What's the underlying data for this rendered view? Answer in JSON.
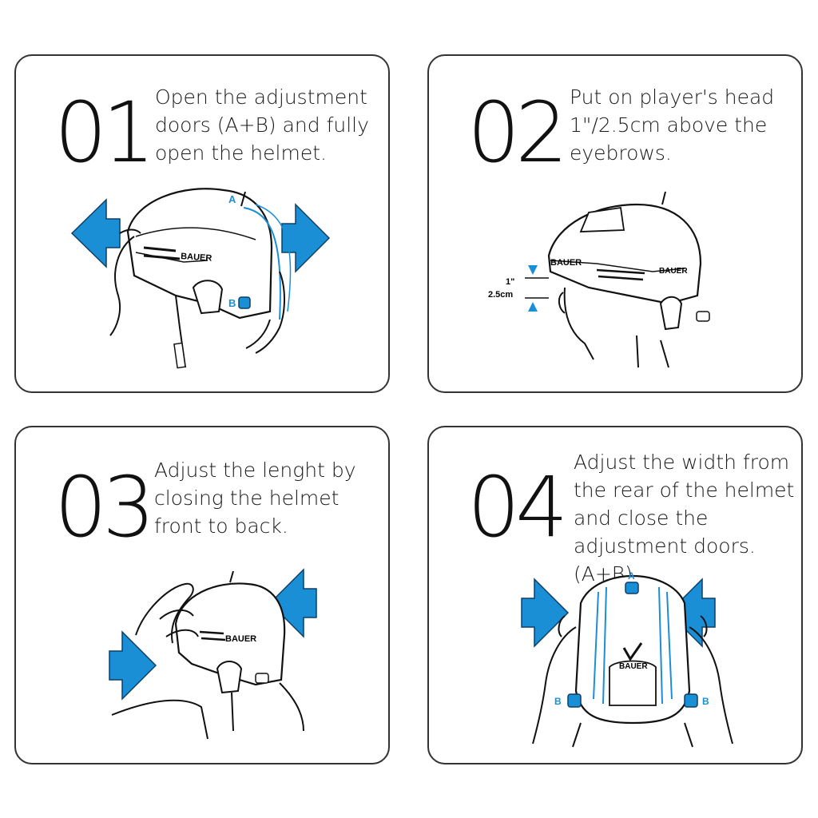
{
  "accent_color": "#1a8fd6",
  "steps": [
    {
      "number": "01",
      "text": "Open the adjustment\ndoors (A+B) and fully\nopen the helmet.",
      "labels": {
        "a": "A",
        "b": "B",
        "brand": "BAUER"
      }
    },
    {
      "number": "02",
      "text": "Put on player's head\n1\"/2.5cm above the\neyebrows.",
      "labels": {
        "inch": "1\"",
        "cm": "2.5cm",
        "brand": "BAUER"
      }
    },
    {
      "number": "03",
      "text": "Adjust the lenght by\nclosing the helmet\nfront to back.",
      "labels": {
        "brand": "BAUER"
      }
    },
    {
      "number": "04",
      "text": "Adjust the width from\nthe rear of the helmet\nand close the\nadjustment doors. (A+B)",
      "labels": {
        "a": "A",
        "b_left": "B",
        "b_right": "B",
        "brand": "BAUER"
      }
    }
  ]
}
